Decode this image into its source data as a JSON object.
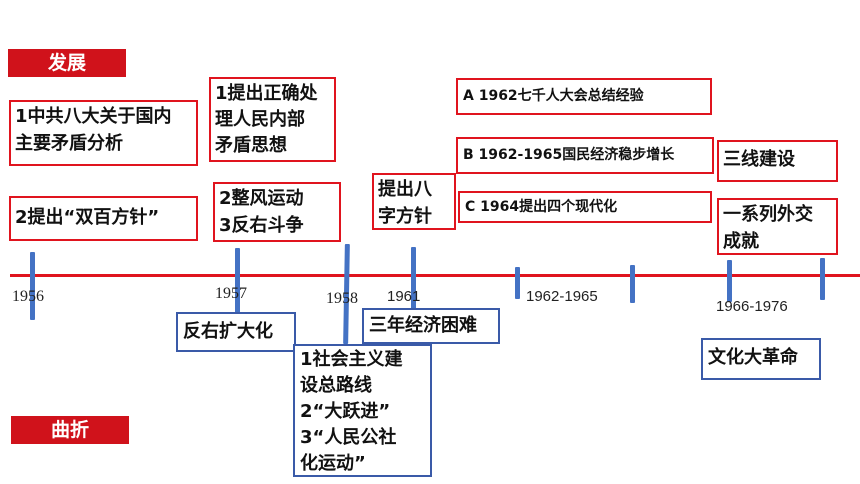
{
  "labels": {
    "develop": "发展",
    "twist": "曲折"
  },
  "years": [
    "1956",
    "1957",
    "1958",
    "1961",
    "1962-1965",
    "1966-1976"
  ],
  "develop_boxes": {
    "b1956a": [
      "1中共八大关于国内",
      "主要矛盾分析"
    ],
    "b1956b": [
      "2提出“双百方针”"
    ],
    "b1957a": [
      "1提出正确处",
      "理人民内部",
      "矛盾思想"
    ],
    "b1957b": [
      "2整风运动",
      "3反右斗争"
    ],
    "b1961": [
      "提出八",
      "字方针"
    ],
    "bA": [
      "A 1962七千人大会总结经验"
    ],
    "bB": [
      "B 1962-1965国民经济稳步增长"
    ],
    "bC": [
      "C 1964提出四个现代化"
    ],
    "b1966a": [
      "三线建设"
    ],
    "b1966b": [
      "一系列外交",
      "成就"
    ]
  },
  "twist_boxes": {
    "t1957": [
      "反右扩大化"
    ],
    "t1958": [
      "1社会主义建",
      "设总路线",
      "2“大跃进”",
      "3“人民公社",
      "化运动”"
    ],
    "t1961": [
      "三年经济困难"
    ],
    "t1966": [
      "文化大革命"
    ]
  },
  "colors": {
    "accent_red": "#e0141e",
    "label_red": "#d0121b",
    "tick_blue": "#4472c4",
    "box_blue": "#3a5aa8"
  }
}
